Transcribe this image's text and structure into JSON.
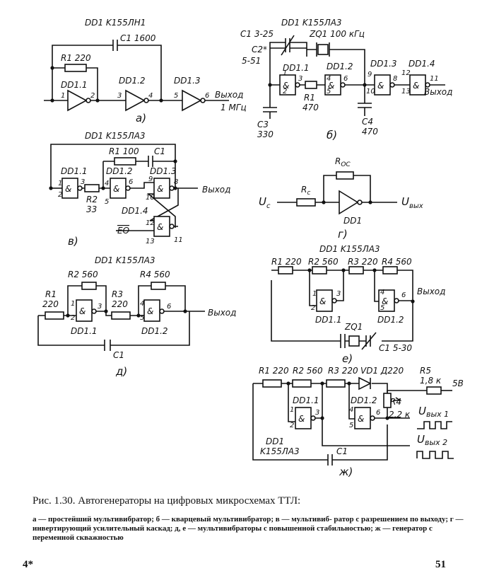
{
  "a": {
    "header": "DD1  K155ЛН1",
    "r1": "R1 220",
    "c1": "C1 1600",
    "g1": "DD1.1",
    "g2": "DD1.2",
    "g3": "DD1.3",
    "p1": "1",
    "p2": "2",
    "p3": "3",
    "p4": "4",
    "p5": "5",
    "p6": "6",
    "out": "Выход",
    "freq": "1 МГц",
    "tag": "а)"
  },
  "b": {
    "header": "DD1  K155ЛА3",
    "c1": "C1 3-25",
    "c2": "C2*",
    "c2v": "5-51",
    "zq": "ZQ1 100 кГц",
    "g1": "DD1.1",
    "g2": "DD1.2",
    "g3": "DD1.3",
    "g4": "DD1.4",
    "r1": "R1",
    "r1v": "470",
    "c3": "C3",
    "c3v": "330",
    "c4": "C4",
    "c4v": "470",
    "p1": "1",
    "p2": "2",
    "p3": "3",
    "p4": "4",
    "p5": "5",
    "p6": "6",
    "p8": "8",
    "p9": "9",
    "p10": "10",
    "p11": "11",
    "p12": "12",
    "p13": "13",
    "out": "Выход",
    "tag": "б)"
  },
  "v": {
    "header": "DD1  K155ЛА3",
    "r1": "R1 100",
    "c1": "C1",
    "g1": "DD1.1",
    "g2": "DD1.2",
    "g3": "DD1.3",
    "g4": "DD1.4",
    "r2": "R2",
    "r2v": "33",
    "eo": "EO",
    "p1": "1",
    "p2": "2",
    "p3": "3",
    "p4": "4",
    "p5": "5",
    "p6": "6",
    "p8": "8",
    "p9": "9",
    "p10": "10",
    "p11": "11",
    "p12": "12",
    "p13": "13",
    "out": "Выход",
    "tag": "в)"
  },
  "g": {
    "roc": "R",
    "roc_sub": "ОС",
    "rc": "R",
    "rc_sub": "с",
    "uc": "U",
    "uc_sub": "с",
    "uout": "U",
    "uout_sub": "вых",
    "dd": "DD1",
    "tag": "г)"
  },
  "d": {
    "header": "DD1  K155ЛА3",
    "r1": "R1",
    "r1v": "220",
    "r2": "R2 560",
    "r3": "R3",
    "r3v": "220",
    "r4": "R4 560",
    "c1": "C1",
    "g1": "DD1.1",
    "g2": "DD1.2",
    "p1": "1",
    "p2": "2",
    "p3": "3",
    "p4": "4",
    "p5": "5",
    "p6": "6",
    "out": "Выход",
    "tag": "д)"
  },
  "e": {
    "header": "DD1  K155ЛА3",
    "r1": "R1 220",
    "r2": "R2 560",
    "r3": "R3 220",
    "r4": "R4 560",
    "g1": "DD1.1",
    "g2": "DD1.2",
    "zq": "ZQ1",
    "c1": "C1 5-30",
    "p1": "1",
    "p2": "2",
    "p3": "3",
    "p4": "4",
    "p5": "5",
    "p6": "6",
    "out": "Выход",
    "tag": "е)"
  },
  "zh": {
    "r1": "R1 220",
    "r2": "R2 560",
    "r3": "R3 220",
    "vd": "VD1 Д220",
    "r5": "R5",
    "r5v": "1,8 к",
    "v5": "5В",
    "r4": "R4",
    "r4v": "2,2 к",
    "g1": "DD1.1",
    "g2": "DD1.2",
    "dd": "DD1",
    "ddt": "K155ЛА3",
    "c1": "C1",
    "u1": "U",
    "u1s": "вых 1",
    "u2": "U",
    "u2s": "вых 2",
    "p1": "1",
    "p2": "2",
    "p3": "3",
    "p4": "4",
    "p5": "5",
    "p6": "6",
    "tag": "ж)"
  },
  "caption": "Рис. 1.30. Автогенераторы на цифровых микросхемах ТТЛ:",
  "description": "а — простейший мультивибратор; б — кварцевый мультивибратор; в — мультивиб- ратор с разрешением по выходу; г — инвертирующий усилительный каскад; д, е — мультивибраторы с повышенной стабильностью; ж — генератор с переменной скважностью",
  "footer_left": "4*",
  "page_number": "51"
}
